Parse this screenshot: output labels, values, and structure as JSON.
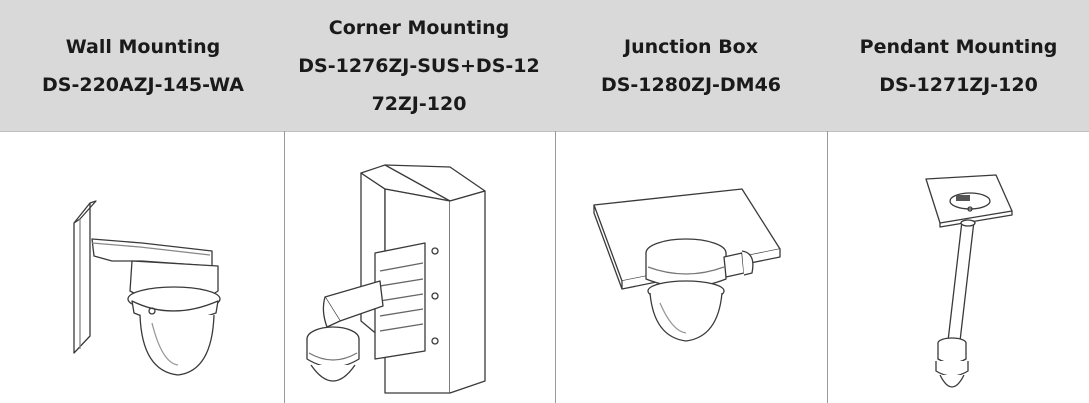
{
  "columns": [
    {
      "title": "Wall Mounting",
      "model_lines": [
        "DS-220AZJ-145-WA"
      ],
      "illustration": "wall-mount-bracket-with-dome-camera"
    },
    {
      "title": "Corner Mounting",
      "model_lines": [
        "DS-1276ZJ-SUS+DS-12",
        "72ZJ-120"
      ],
      "illustration": "corner-mount-bracket-with-dome-camera"
    },
    {
      "title": "Junction Box",
      "model_lines": [
        "DS-1280ZJ-DM46"
      ],
      "illustration": "junction-box-with-dome-camera-on-ceiling"
    },
    {
      "title": "Pendant Mounting",
      "model_lines": [
        "DS-1271ZJ-120"
      ],
      "illustration": "pendant-pole-mount-with-dome-camera"
    }
  ],
  "colors": {
    "header_bg": "#d9d9d9",
    "line": "#9a9a9a",
    "text": "#1a1a1a"
  }
}
